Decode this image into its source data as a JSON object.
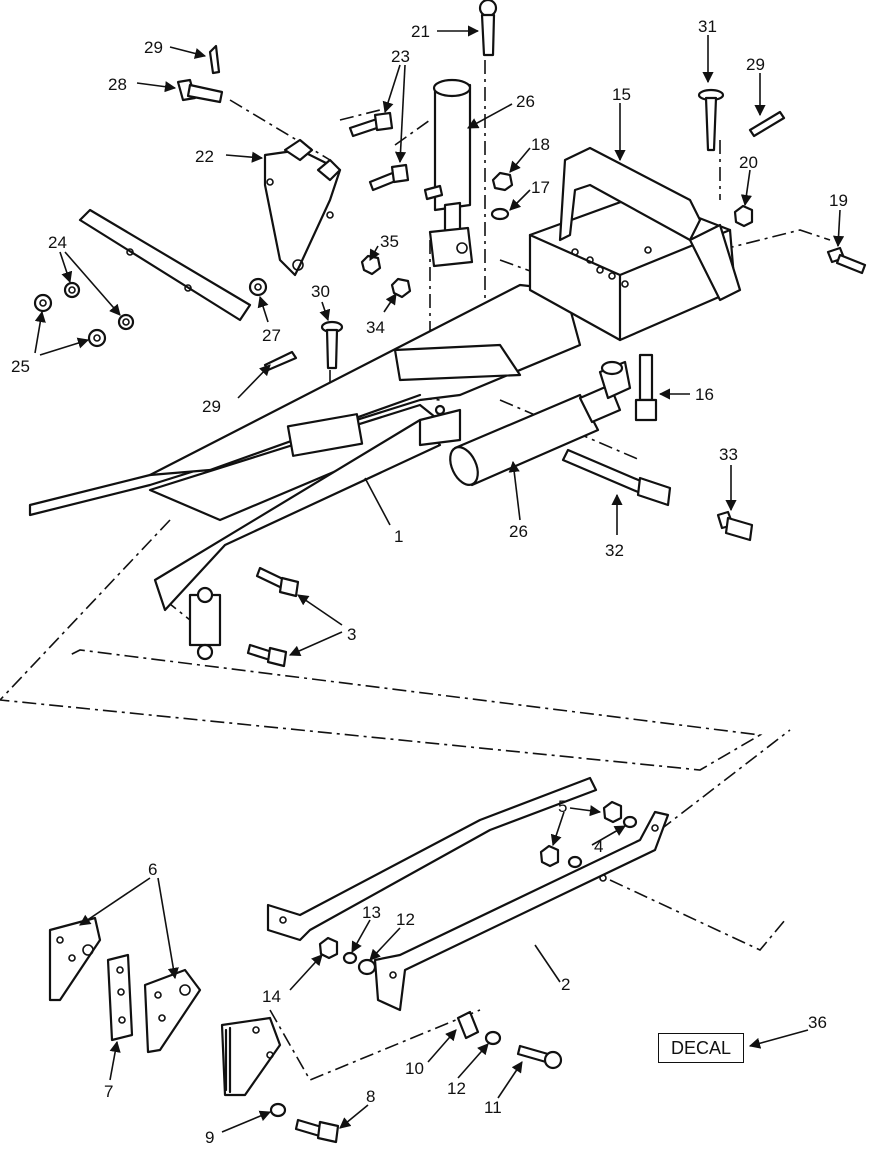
{
  "callouts": {
    "c1": "1",
    "c2": "2",
    "c3": "3",
    "c4": "4",
    "c5": "5",
    "c6": "6",
    "c7": "7",
    "c8": "8",
    "c9": "9",
    "c10": "10",
    "c11": "11",
    "c12a": "12",
    "c12b": "12",
    "c13": "13",
    "c14": "14",
    "c15": "15",
    "c16": "16",
    "c17": "17",
    "c18": "18",
    "c19": "19",
    "c20": "20",
    "c21": "21",
    "c22": "22",
    "c23": "23",
    "c24": "24",
    "c25": "25",
    "c26a": "26",
    "c26b": "26",
    "c27": "27",
    "c28": "28",
    "c29a": "29",
    "c29b": "29",
    "c29c": "29",
    "c30": "30",
    "c31": "31",
    "c32": "32",
    "c33": "33",
    "c34": "34",
    "c35": "35",
    "c36": "36"
  },
  "decal_label": "DECAL"
}
